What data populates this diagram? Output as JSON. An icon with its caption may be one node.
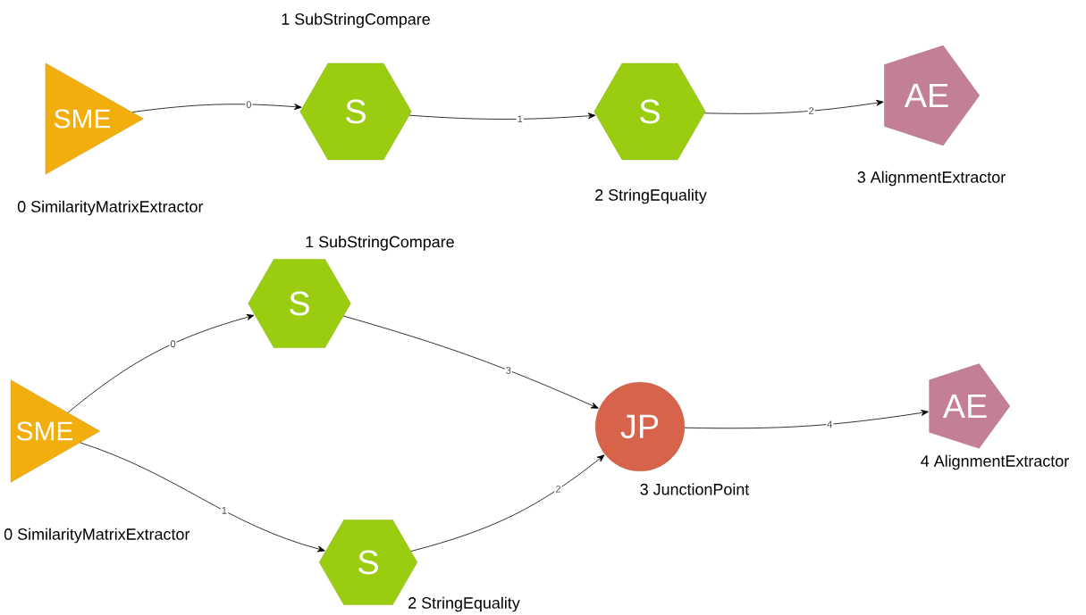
{
  "diagram": {
    "nodes": [
      {
        "text": [
          "SME",
          "0 SimilarityMatrixExtractor"
        ]
      },
      {
        "text": [
          "1 SubStringCompare",
          "S"
        ]
      },
      {
        "text": [
          "S",
          "2 StringEquality"
        ]
      },
      {
        "text": [
          "AE",
          "3 AlignmentExtractor"
        ]
      },
      {
        "text": [
          "SME",
          "0 SimilarityMatrixExtractor"
        ]
      },
      {
        "text": [
          "1 SubStringCompare",
          "S"
        ]
      },
      {
        "text": [
          "S",
          "2 StringEquality"
        ]
      },
      {
        "text": [
          "JP",
          "3 JunctionPoint"
        ]
      },
      {
        "text": [
          "AE",
          "4 AlignmentExtractor"
        ]
      }
    ],
    "edges": [
      {
        "from": 0,
        "to": 1,
        "arrow": "to",
        "label": "0"
      },
      {
        "from": 1,
        "to": 2,
        "arrow": "to",
        "label": "1"
      },
      {
        "from": 2,
        "to": 3,
        "arrow": "to",
        "label": "2"
      },
      {
        "from": 4,
        "to": 5,
        "arrow": "to",
        "label": "0"
      },
      {
        "from": 4,
        "to": 6,
        "arrow": "to",
        "label": "1"
      },
      {
        "from": 6,
        "to": 7,
        "arrow": "to",
        "label": "2"
      },
      {
        "from": 5,
        "to": 7,
        "arrow": "to",
        "label": "3"
      },
      {
        "from": 7,
        "to": 8,
        "arrow": "to",
        "label": "4"
      }
    ]
  }
}
